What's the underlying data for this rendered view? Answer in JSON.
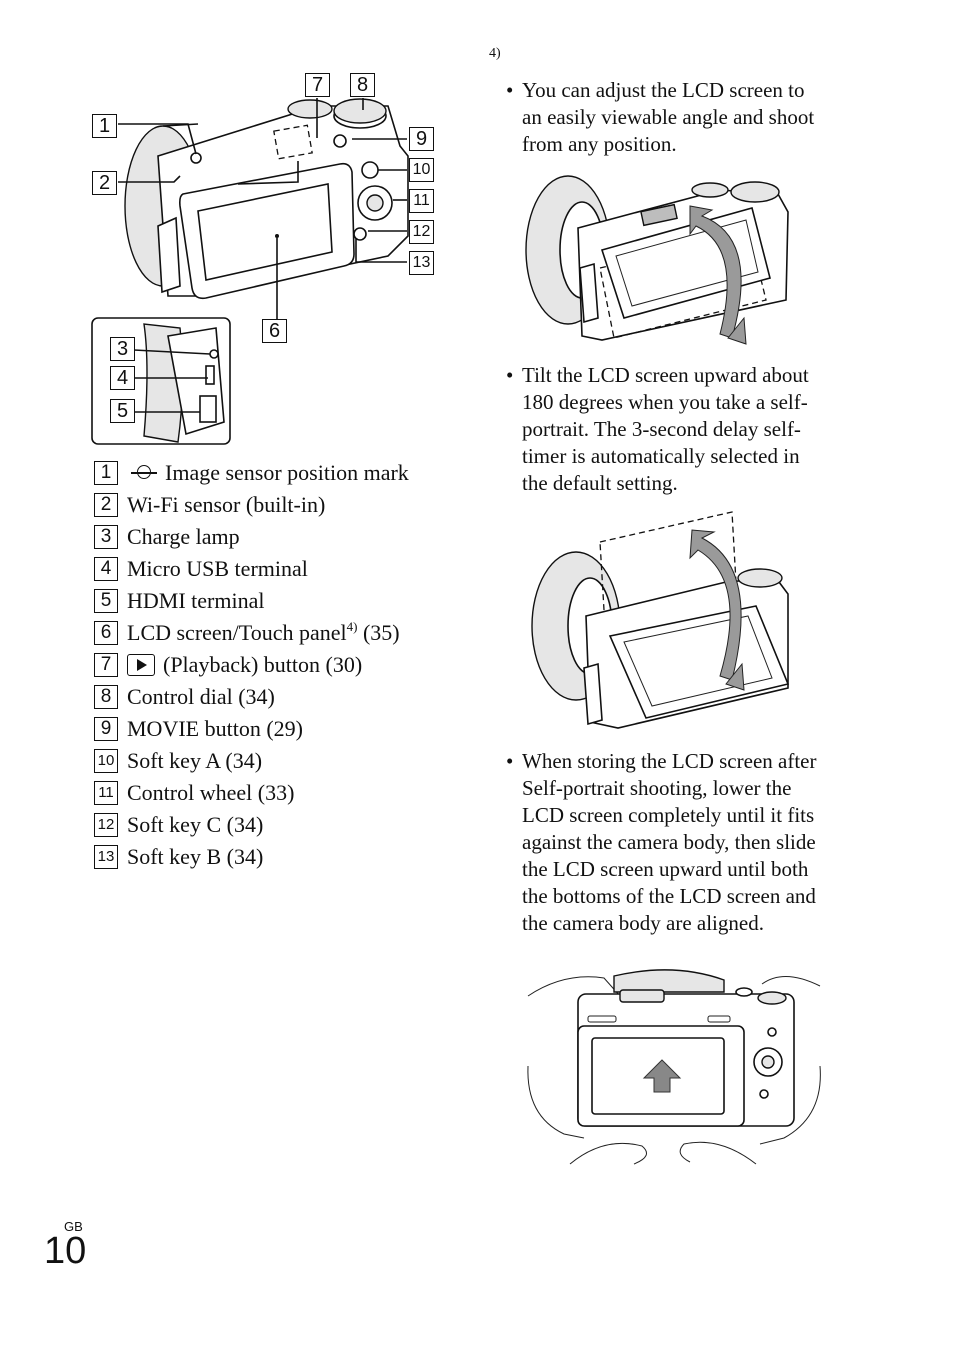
{
  "footnote_marker": "4)",
  "callouts": [
    "1",
    "2",
    "3",
    "4",
    "5",
    "6",
    "7",
    "8",
    "9",
    "10",
    "11",
    "12",
    "13"
  ],
  "legend": [
    {
      "num": "1",
      "label": "Image sensor position mark",
      "icon": "image-sensor-mark-icon"
    },
    {
      "num": "2",
      "label": "Wi-Fi sensor (built-in)"
    },
    {
      "num": "3",
      "label": "Charge lamp"
    },
    {
      "num": "4",
      "label": "Micro USB terminal"
    },
    {
      "num": "5",
      "label": "HDMI terminal"
    },
    {
      "num": "6",
      "label": "LCD screen/Touch panel",
      "sup": "4)",
      "after": " (35)"
    },
    {
      "num": "7",
      "label": "(Playback) button (30)",
      "icon": "playback-icon"
    },
    {
      "num": "8",
      "label": "Control dial (34)"
    },
    {
      "num": "9",
      "label": "MOVIE button (29)"
    },
    {
      "num": "10",
      "label": "Soft key A (34)"
    },
    {
      "num": "11",
      "label": "Control wheel (33)"
    },
    {
      "num": "12",
      "label": "Soft key C (34)"
    },
    {
      "num": "13",
      "label": "Soft key B (34)"
    }
  ],
  "bullets": [
    "You can adjust the LCD screen to an easily viewable angle and shoot from any position.",
    "Tilt the LCD screen upward about 180 degrees when you take a self-portrait. The 3-second delay self-timer is automatically selected in the default setting.",
    "When storing the LCD screen after Self-portrait shooting, lower the LCD screen completely until it fits against the camera body, then slide the LCD screen upward until both the bottoms of the LCD screen and the camera body are aligned."
  ],
  "bullet_lines": [
    [
      "You can adjust the LCD screen to",
      "an easily viewable angle and shoot",
      "from any position."
    ],
    [
      "Tilt the LCD screen upward about",
      "180 degrees when you take a self-",
      "portrait. The 3-second delay self-",
      "timer is automatically selected in",
      "the default setting."
    ],
    [
      "When storing the LCD screen after",
      "Self-portrait shooting, lower the",
      "LCD screen completely until it fits",
      "against the camera body, then slide",
      "the LCD screen upward until both",
      "the bottoms of the LCD screen and",
      "the camera body are aligned."
    ]
  ],
  "bullet_symbol": "•",
  "footer": {
    "region": "GB",
    "page_number": "10"
  }
}
